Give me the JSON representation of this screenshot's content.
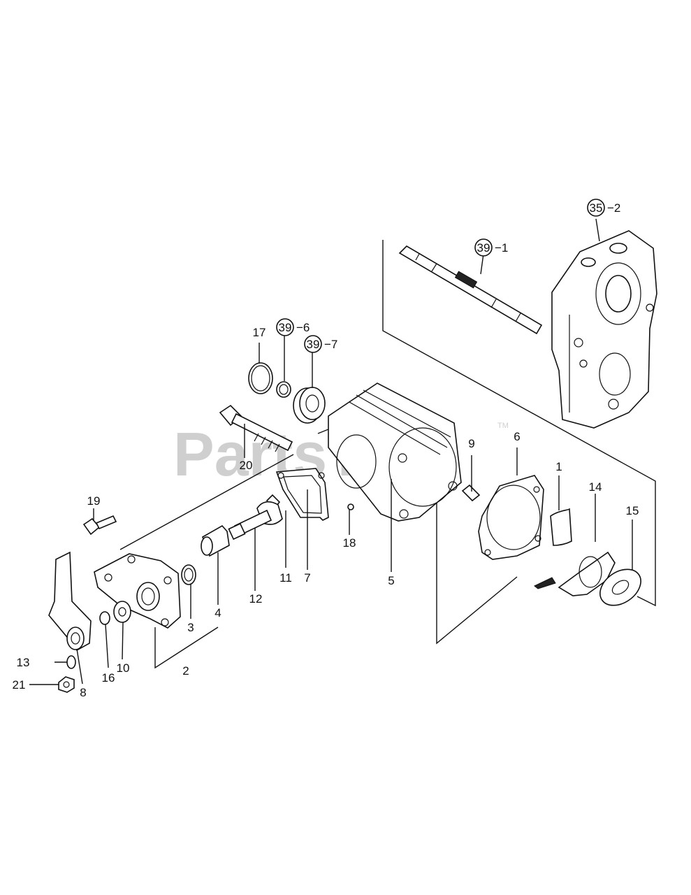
{
  "watermark": {
    "text": "PartsTree",
    "tm": "TM"
  },
  "callouts": {
    "c39_1": {
      "ref": "39",
      "suffix": "−1"
    },
    "c35_2": {
      "ref": "35",
      "suffix": "−2"
    },
    "c39_6": {
      "ref": "39",
      "suffix": "−6"
    },
    "c39_7": {
      "ref": "39",
      "suffix": "−7"
    }
  },
  "labels": {
    "l17": "17",
    "l20": "20",
    "l9": "9",
    "l6": "6",
    "l1": "1",
    "l14": "14",
    "l15": "15",
    "l19": "19",
    "l7": "7",
    "l11": "11",
    "l18": "18",
    "l5": "5",
    "l12": "12",
    "l4": "4",
    "l3": "3",
    "l2": "2",
    "l16": "16",
    "l10": "10",
    "l13": "13",
    "l21": "21",
    "l8": "8"
  }
}
